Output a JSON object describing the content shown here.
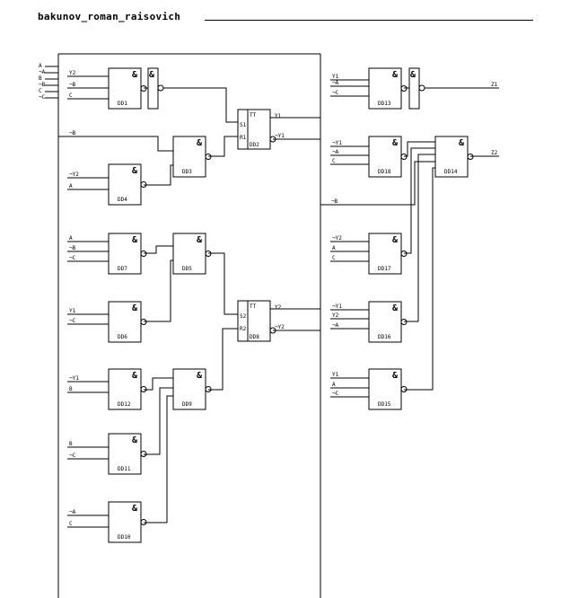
{
  "title": "bakunov_roman_raisovich",
  "colors": {
    "ink": "#000000",
    "background": "#ffffff"
  },
  "symbols": {
    "and": "&",
    "trigger": "TT"
  },
  "inputs": [
    "A",
    "¬A",
    "B",
    "¬B",
    "C",
    "¬C"
  ],
  "outputs": [
    "Z1",
    "Z2"
  ],
  "gates": [
    {
      "id": "g1",
      "name": "DD1",
      "inputs": [
        "Y2",
        "¬B",
        "C"
      ]
    },
    {
      "id": "g4",
      "name": "DD4",
      "inputs": [
        "¬Y2",
        "A"
      ]
    },
    {
      "id": "g3",
      "name": "DD3",
      "inputs": [
        "¬B"
      ]
    },
    {
      "id": "g7",
      "name": "DD7",
      "inputs": [
        "A",
        "¬B",
        "¬C"
      ]
    },
    {
      "id": "g5",
      "name": "DD5",
      "inputs": []
    },
    {
      "id": "g6",
      "name": "DD6",
      "inputs": [
        "Y1",
        "¬C"
      ]
    },
    {
      "id": "g12",
      "name": "DD12",
      "inputs": [
        "¬Y1",
        "B"
      ]
    },
    {
      "id": "g9",
      "name": "DD9",
      "inputs": []
    },
    {
      "id": "g11",
      "name": "DD11",
      "inputs": [
        "B",
        "¬C"
      ]
    },
    {
      "id": "g10",
      "name": "DD10",
      "inputs": [
        "¬A",
        "C"
      ]
    },
    {
      "id": "g13",
      "name": "DD13",
      "inputs": [
        "Y1",
        "¬A",
        "¬C"
      ]
    },
    {
      "id": "g18",
      "name": "DD18",
      "inputs": [
        "¬Y1",
        "¬A",
        "C"
      ]
    },
    {
      "id": "g14",
      "name": "DD14",
      "inputs": []
    },
    {
      "id": "g17",
      "name": "DD17",
      "inputs": [
        "¬Y2",
        "A",
        "C"
      ]
    },
    {
      "id": "g16",
      "name": "DD16",
      "inputs": [
        "¬Y1",
        "Y2",
        "¬A"
      ]
    },
    {
      "id": "g15",
      "name": "DD15",
      "inputs": [
        "Y1",
        "A",
        "¬C"
      ]
    }
  ],
  "triggers": [
    {
      "id": "t2",
      "name": "DD2",
      "set": "S1",
      "reset": "R1",
      "q": "Y1",
      "nq": "¬Y1"
    },
    {
      "id": "t8",
      "name": "DD8",
      "set": "S2",
      "reset": "R2",
      "q": "Y2",
      "nq": "¬Y2"
    }
  ],
  "bus_labels": [
    "¬B"
  ]
}
